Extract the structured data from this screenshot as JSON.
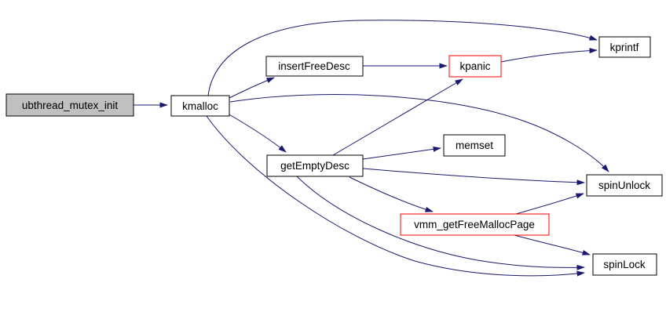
{
  "diagram": {
    "kind": "doxygen-call-graph",
    "colors": {
      "background": "#ffffff",
      "edge": "#191970",
      "node_border": "#000000",
      "node_fill": "#ffffff",
      "root_node_fill": "#c0c0c0",
      "highlight_border": "#ff0000",
      "text": "#000000"
    },
    "nodes": {
      "ubthread_mutex_init": {
        "label": "ubthread_mutex_init",
        "style": "root"
      },
      "kmalloc": {
        "label": "kmalloc",
        "style": "normal"
      },
      "insertFreeDesc": {
        "label": "insertFreeDesc",
        "style": "normal"
      },
      "kpanic": {
        "label": "kpanic",
        "style": "highlight"
      },
      "kprintf": {
        "label": "kprintf",
        "style": "normal"
      },
      "getEmptyDesc": {
        "label": "getEmptyDesc",
        "style": "normal"
      },
      "memset": {
        "label": "memset",
        "style": "normal"
      },
      "spinUnlock": {
        "label": "spinUnlock",
        "style": "normal"
      },
      "vmm_getFreeMallocPage": {
        "label": "vmm_getFreeMallocPage",
        "style": "highlight"
      },
      "spinLock": {
        "label": "spinLock",
        "style": "normal"
      }
    },
    "edges": [
      {
        "from": "ubthread_mutex_init",
        "to": "kmalloc"
      },
      {
        "from": "kmalloc",
        "to": "kprintf"
      },
      {
        "from": "kmalloc",
        "to": "insertFreeDesc"
      },
      {
        "from": "kmalloc",
        "to": "getEmptyDesc"
      },
      {
        "from": "kmalloc",
        "to": "spinUnlock"
      },
      {
        "from": "kmalloc",
        "to": "spinLock"
      },
      {
        "from": "insertFreeDesc",
        "to": "kpanic"
      },
      {
        "from": "kpanic",
        "to": "kprintf"
      },
      {
        "from": "getEmptyDesc",
        "to": "kpanic"
      },
      {
        "from": "getEmptyDesc",
        "to": "memset"
      },
      {
        "from": "getEmptyDesc",
        "to": "spinUnlock"
      },
      {
        "from": "getEmptyDesc",
        "to": "vmm_getFreeMallocPage"
      },
      {
        "from": "getEmptyDesc",
        "to": "spinLock"
      },
      {
        "from": "vmm_getFreeMallocPage",
        "to": "spinUnlock"
      },
      {
        "from": "vmm_getFreeMallocPage",
        "to": "spinLock"
      }
    ]
  }
}
